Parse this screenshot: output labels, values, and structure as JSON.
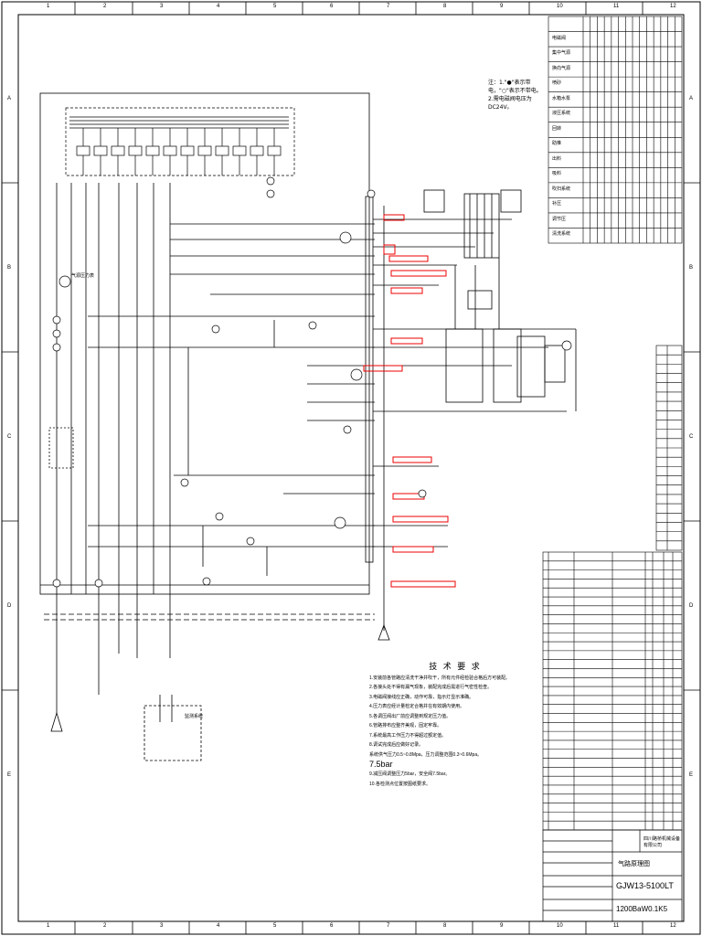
{
  "frame": {
    "top_numbers": [
      "1",
      "2",
      "3",
      "4",
      "5",
      "6",
      "7",
      "8",
      "9",
      "10",
      "11",
      "12"
    ],
    "side_letters": [
      "A",
      "B",
      "C",
      "D",
      "E"
    ]
  },
  "notes": {
    "line1": "注：1.\"●\"表示带电，\"○\"表示不带电。",
    "line2": "2.需电磁阀电压为DC24V。"
  },
  "valve_table": {
    "rows": [
      "电磁阀",
      "集中气源",
      "换向气源",
      "喷砂",
      "水箱水泵",
      "液压系统",
      "回转",
      "助推",
      "出料",
      "吸料",
      "吹扫系统",
      "补压",
      "调节压",
      "清洗系统"
    ]
  },
  "legend_rows": 22,
  "labels": {
    "pressure_gauge": "气源压力表",
    "sub_system": "监测系统"
  },
  "tech_requirements": {
    "title": "技 术 要 求",
    "items": [
      "1.安装前各管路应清洗干净并吹干，所有元件经检验合格后方可装配。",
      "2.各接头处不得有漏气现象，装配完成后需进行气密性检查。",
      "3.电磁阀接线应正确，动作可靠，指示灯显示准确。",
      "4.压力表应经计量检定合格并在有效期内使用。",
      "5.各调压阀出厂前应调整到规定压力值。",
      "6.管路排布应整齐美观，固定牢靠。",
      "7.系统最高工作压力不得超过额定值。",
      "8.调试完成后应做好记录。"
    ],
    "pressure_line": "系统供气压力0.5~0.8Mpa，压力调整范围0.3~0.6Mpa。",
    "big1": "7.5bar",
    "item9": "9.减压阀调整压力5bar，安全阀7.5bar。",
    "item10": "10.各检测点位置按图纸要求。"
  },
  "title_block": {
    "company": "四川路桥机械设备有限公司",
    "drawing_name": "气路原理图",
    "model": "GJW13-5100LT",
    "drawing_no": "1200BaW0.1K5"
  },
  "bom_rows": 31
}
